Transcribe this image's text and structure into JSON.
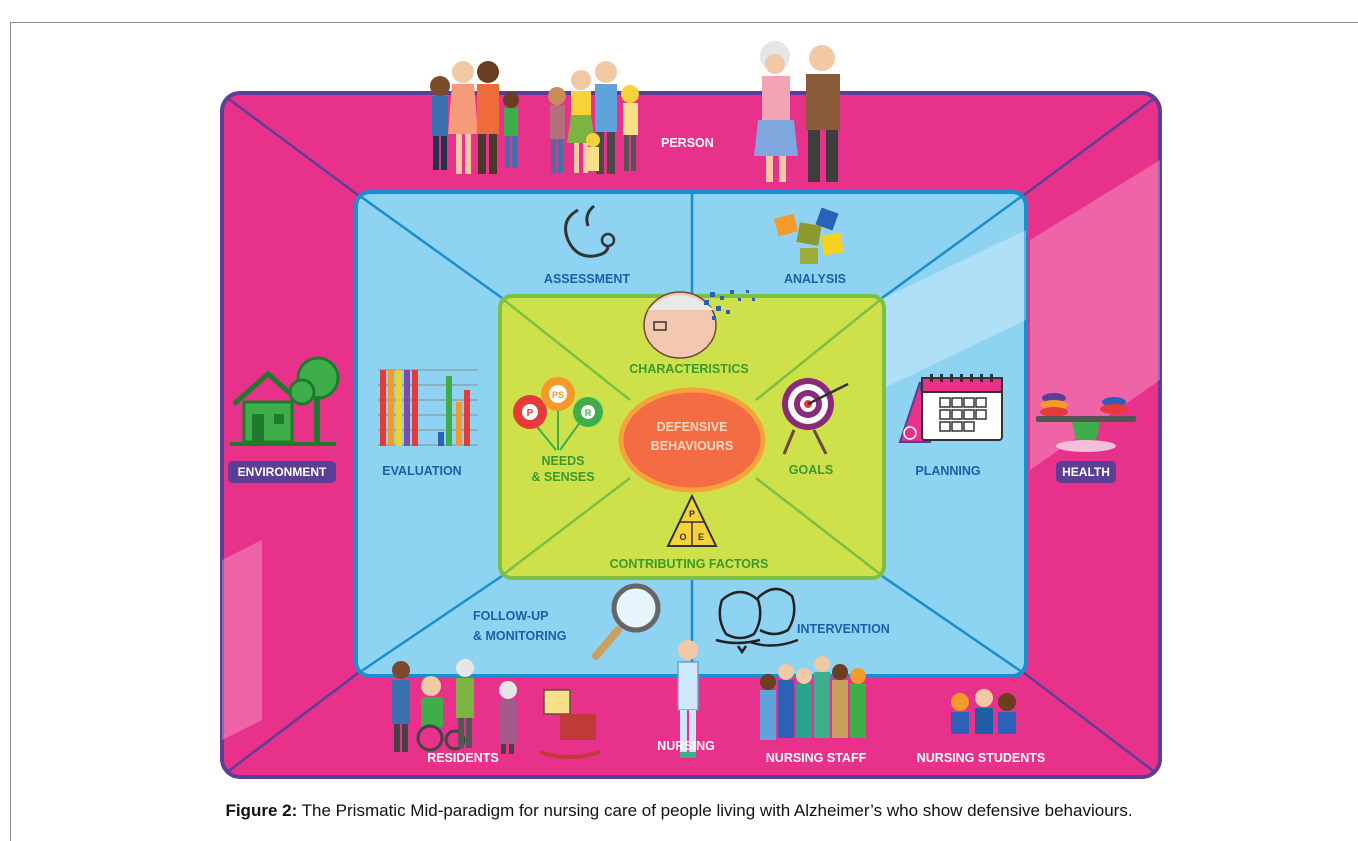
{
  "labels": {
    "person": "PERSON",
    "environment": "ENVIRONMENT",
    "health": "HEALTH",
    "assessment": "ASSESSMENT",
    "analysis": "ANALYSIS",
    "evaluation": "EVALUATION",
    "planning": "PLANNING",
    "follow_up_1": "FOLLOW-UP",
    "follow_up_2": "& MONITORING",
    "intervention": "INTERVENTION",
    "characteristics": "CHARACTERISTICS",
    "needs_1": "NEEDS",
    "needs_2": "& SENSES",
    "goals": "GOALS",
    "contributing_factors": "CONTRIBUTING FACTORS",
    "center_1": "DEFENSIVE",
    "center_2": "BEHAVIOURS",
    "residents": "RESIDENTS",
    "nursing": "NURSING",
    "nursing_staff": "NURSING STAFF",
    "nursing_students": "NURSING STUDENTS"
  },
  "bubbles": {
    "p": "P",
    "ps": "PS",
    "r": "R"
  },
  "triangle": {
    "top": "P",
    "left": "O",
    "right": "E"
  },
  "caption": {
    "prefix": "Figure 2:",
    "text": " The Prismatic Mid-paradigm for nursing care of people living with Alzheimer’s who show defensive behaviours."
  },
  "colors": {
    "outer": "#e8318a",
    "outer_border": "#5b3f96",
    "middle": "#8fd3f2",
    "middle_border": "#1a8fd0",
    "inner": "#cfe14a",
    "inner_border": "#7cc043",
    "center_fill": "#f36c44",
    "label_blue": "#1d5fa6",
    "label_green": "#3a9a2f"
  },
  "icons": [
    "stethoscope-icon",
    "puzzle-icon",
    "head-icon",
    "bar-chart-icon",
    "house-tree-icon",
    "calendar-icon",
    "balance-icon",
    "target-icon",
    "bubbles-icon",
    "triangle-icon",
    "magnifier-icon",
    "couple-icon"
  ]
}
